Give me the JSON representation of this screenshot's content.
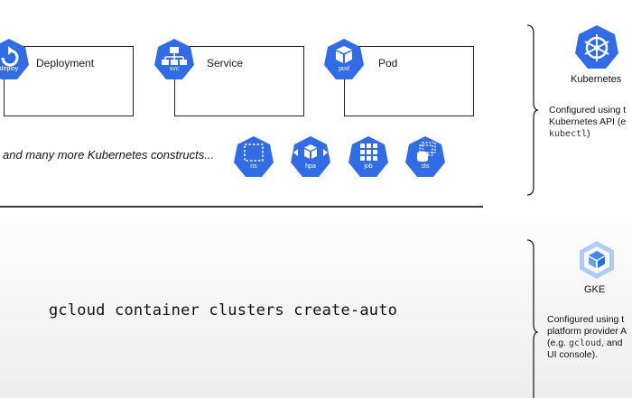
{
  "cards": [
    {
      "title": "Deployment",
      "icon_label": "deploy",
      "icon": "deploy-icon"
    },
    {
      "title": "Service",
      "icon_label": "svc",
      "icon": "service-network-icon"
    },
    {
      "title": "Pod",
      "icon_label": "pod",
      "icon": "pod-cube-icon"
    }
  ],
  "constructs_text": "and many more Kubernetes constructs...",
  "constructs": [
    {
      "label": "ns",
      "icon": "namespace-icon"
    },
    {
      "label": "hpa",
      "icon": "autoscaler-icon"
    },
    {
      "label": "job",
      "icon": "job-grid-icon"
    },
    {
      "label": "sts",
      "icon": "statefulset-icon"
    }
  ],
  "command": "gcloud container clusters create-auto",
  "kubernetes": {
    "title": "Kubernetes",
    "icon": "kubernetes-helm-icon",
    "line1": "Configured using t",
    "line2": "Kubernetes API (e",
    "code": "kubectl",
    "close": ")"
  },
  "gke": {
    "title": "GKE",
    "icon": "gke-hexagon-icon",
    "line1": "Configured using t",
    "line2": "platform provider A",
    "line3_pre": "(e.g. ",
    "line3_code": "gcloud",
    "line3_post": ", and",
    "line4": "UI console)."
  },
  "colors": {
    "k8s_blue": "#326ce5",
    "gke_light": "#aecbfa",
    "gke_dark": "#4285f4"
  }
}
